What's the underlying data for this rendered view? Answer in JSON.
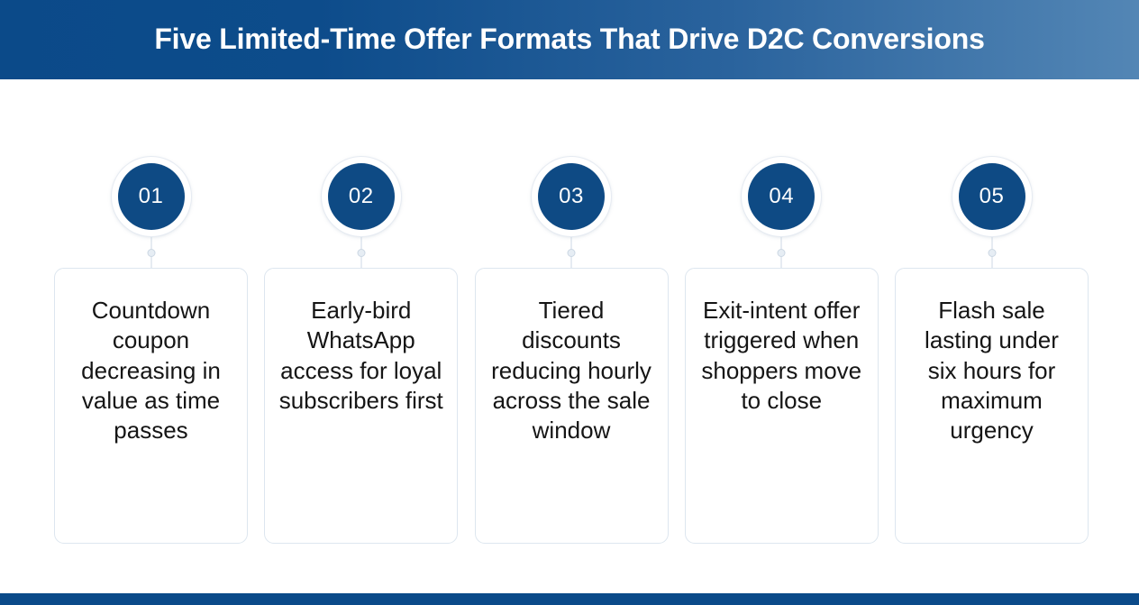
{
  "header": {
    "title": "Five Limited-Time Offer Formats That Drive D2C Conversions",
    "background_start_color": "#0b4a89",
    "background_end_color": "#5386b5",
    "text_color": "#ffffff"
  },
  "theme": {
    "brand_blue": "#0e4a84",
    "card_border": "#dde6ef",
    "connector_color": "#ccd7e4",
    "body_text": "#151515",
    "page_background": "#ffffff"
  },
  "steps": [
    {
      "number": "01",
      "text": "Countdown coupon decreasing in value as time passes"
    },
    {
      "number": "02",
      "text": "Early-bird WhatsApp access for loyal subscribers first"
    },
    {
      "number": "03",
      "text": "Tiered discounts reducing hourly across the sale window"
    },
    {
      "number": "04",
      "text": "Exit-intent offer triggered when shoppers move to close"
    },
    {
      "number": "05",
      "text": "Flash sale lasting under six hours for maximum urgency"
    }
  ],
  "footer": {
    "color": "#0b4a89"
  }
}
